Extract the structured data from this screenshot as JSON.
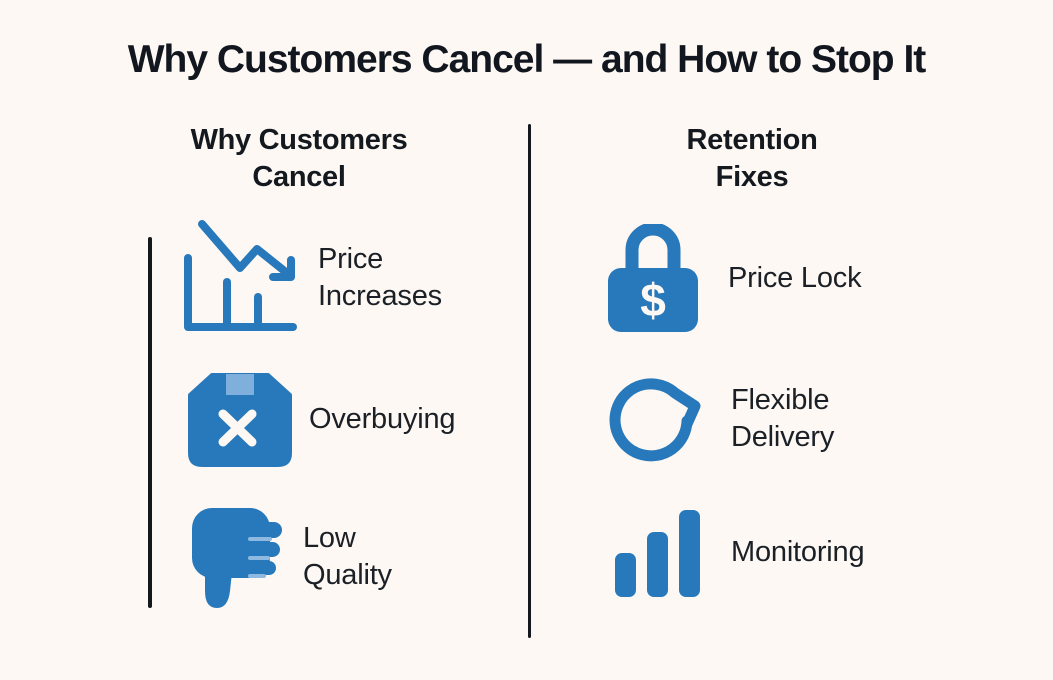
{
  "title": "Why Customers Cancel — and How to Stop It",
  "colors": {
    "background": "#FDF8F3",
    "accent_blue": "#2879BB",
    "tape_blue": "#7FB0DC",
    "ink": "#14181D"
  },
  "columns": [
    {
      "header": "Why Customers\nCancel",
      "items": [
        {
          "icon": "declining-chart-icon",
          "label": "Price\nIncreases"
        },
        {
          "icon": "package-x-icon",
          "label": "Overbuying"
        },
        {
          "icon": "thumbs-down-icon",
          "label": "Low\nQuality"
        }
      ]
    },
    {
      "header": "Retention\nFixes",
      "items": [
        {
          "icon": "price-lock-icon",
          "label": "Price Lock"
        },
        {
          "icon": "circular-arrow-icon",
          "label": "Flexible\nDelivery"
        },
        {
          "icon": "bar-chart-icon",
          "label": "Monitoring"
        }
      ]
    }
  ],
  "lock_symbol": "$"
}
